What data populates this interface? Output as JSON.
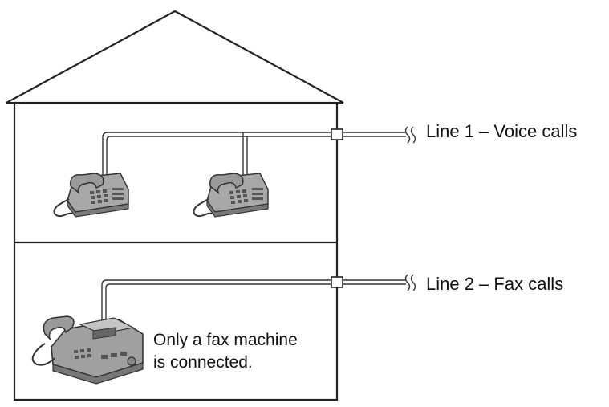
{
  "lines": [
    {
      "label": "Line 1 – Voice calls"
    },
    {
      "label": "Line 2 – Fax calls"
    }
  ],
  "note": {
    "line1": "Only a fax machine",
    "line2": "is connected."
  },
  "colors": {
    "outline": "#222222",
    "device_gray": "#9a9a9a",
    "device_dark": "#555555",
    "background": "#ffffff"
  },
  "icons": [
    "telephone-icon",
    "telephone-icon",
    "fax-machine-icon",
    "line-break-icon"
  ]
}
